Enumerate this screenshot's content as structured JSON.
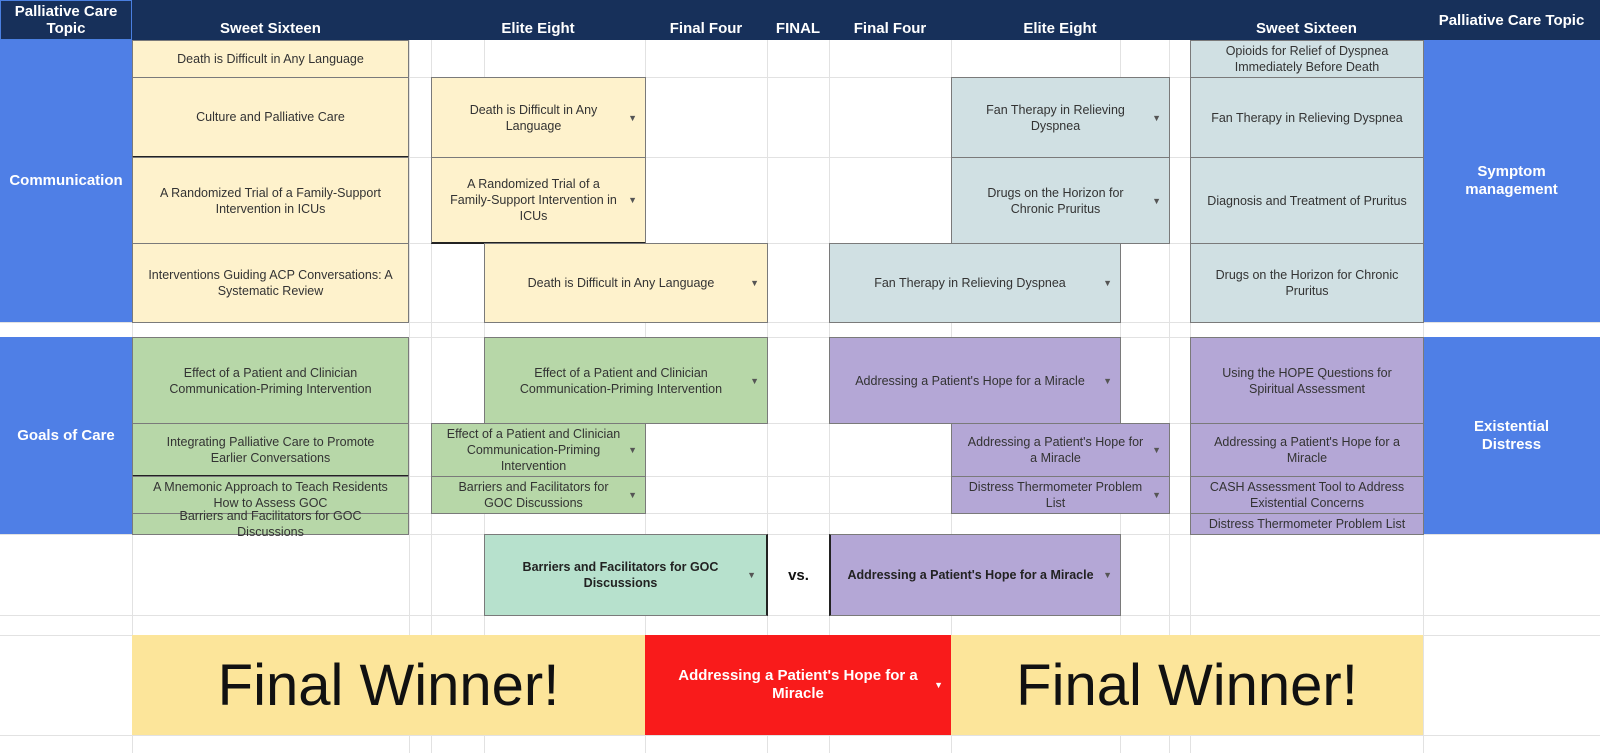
{
  "headers": {
    "topic_left": "Palliative Care Topic",
    "sweet_left": "Sweet Sixteen",
    "elite_left": "Elite Eight",
    "final4_left": "Final Four",
    "final": "FINAL",
    "final4_right": "Final Four",
    "elite_right": "Elite Eight",
    "sweet_right": "Sweet Sixteen",
    "topic_right": "Palliative Care Topic"
  },
  "topics": {
    "communication": "Communication",
    "goals": "Goals of Care",
    "symptom": "Symptom management",
    "existential": "Existential Distress"
  },
  "sweet_left": [
    "Death is Difficult in Any Language",
    "Culture and Palliative Care",
    "A Randomized Trial of a Family-Support Intervention in ICUs",
    "Interventions Guiding ACP Conversations: A Systematic Review",
    "Effect of a Patient and Clinician Communication-Priming Intervention",
    "Integrating Palliative Care to Promote Earlier Conversations",
    "A Mnemonic Approach to Teach Residents How to Assess GOC",
    "Barriers and Facilitators for GOC Discussions"
  ],
  "elite_left": [
    "Death is Difficult in Any Language",
    "A Randomized Trial of a Family-Support Intervention in ICUs",
    "Effect of a Patient and Clinician Communication-Priming Intervention",
    "Barriers and Facilitators for GOC Discussions"
  ],
  "final4_left": [
    "Death is Difficult in Any Language",
    "Effect of a Patient and Clinician Communication-Priming Intervention"
  ],
  "final4_right": [
    "Fan Therapy in Relieving Dyspnea",
    "Addressing a Patient's Hope for a Miracle"
  ],
  "elite_right": [
    "Fan Therapy in Relieving Dyspnea",
    "Drugs on the Horizon for Chronic Pruritus",
    "Addressing a Patient's Hope for a Miracle",
    "Distress Thermometer Problem List"
  ],
  "sweet_right": [
    "Opioids for Relief of Dyspnea Immediately Before Death",
    "Fan Therapy in Relieving Dyspnea",
    "Diagnosis and Treatment of Pruritus",
    "Drugs on the Horizon for Chronic Pruritus",
    "Using the HOPE Questions for Spiritual Assessment",
    "Addressing a Patient's Hope for a Miracle",
    "CASH Assessment Tool to Address Existential Concerns",
    "Distress Thermometer Problem List"
  ],
  "final_match": {
    "left": "Barriers and Facilitators for GOC Discussions",
    "vs": "vs.",
    "right": "Addressing a Patient's Hope for a Miracle"
  },
  "winner": {
    "left_text": "Final Winner!",
    "champion": "Addressing a Patient's Hope for a Miracle",
    "right_text": "Final Winner!"
  },
  "icons": {
    "dropdown": "dropdown-arrow-icon"
  },
  "colors": {
    "header": "#17305a",
    "topic": "#4f7fe6",
    "yellow": "#fef2cc",
    "blue_grey": "#d0e0e3",
    "green": "#b7d7a8",
    "purple": "#b4a7d6",
    "teal": "#b7e1cd",
    "winner_bg": "#fce59a",
    "champion_bg": "#f91b1b"
  }
}
